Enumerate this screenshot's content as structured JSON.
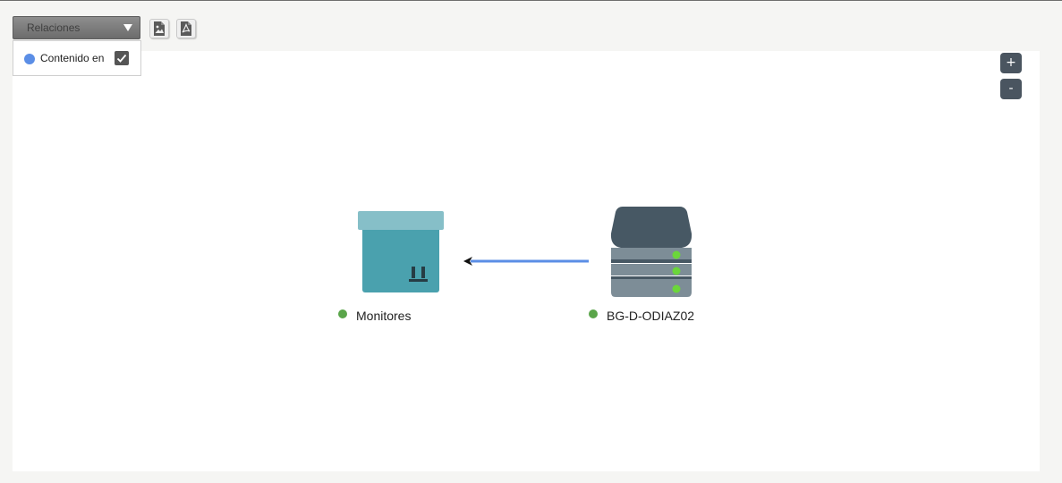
{
  "toolbar": {
    "relations_dropdown_label": "Relaciones",
    "export_image_icon": "image-export-icon",
    "export_pdf_icon": "pdf-export-icon"
  },
  "relations_panel": {
    "items": [
      {
        "label": "Contenido en",
        "color": "#5b8ee6",
        "checked": true
      }
    ]
  },
  "zoom": {
    "in_label": "+",
    "out_label": "-"
  },
  "graph": {
    "nodes": [
      {
        "label": "Monitores",
        "icon": "monitor-box-icon",
        "status_color": "#5aa54a"
      },
      {
        "label": "BG-D-ODIAZ02",
        "icon": "server-icon",
        "status_color": "#5aa54a"
      }
    ],
    "edges": [
      {
        "from": "BG-D-ODIAZ02",
        "to": "Monitores",
        "relation": "Contenido en",
        "color": "#5b8ee6"
      }
    ]
  }
}
